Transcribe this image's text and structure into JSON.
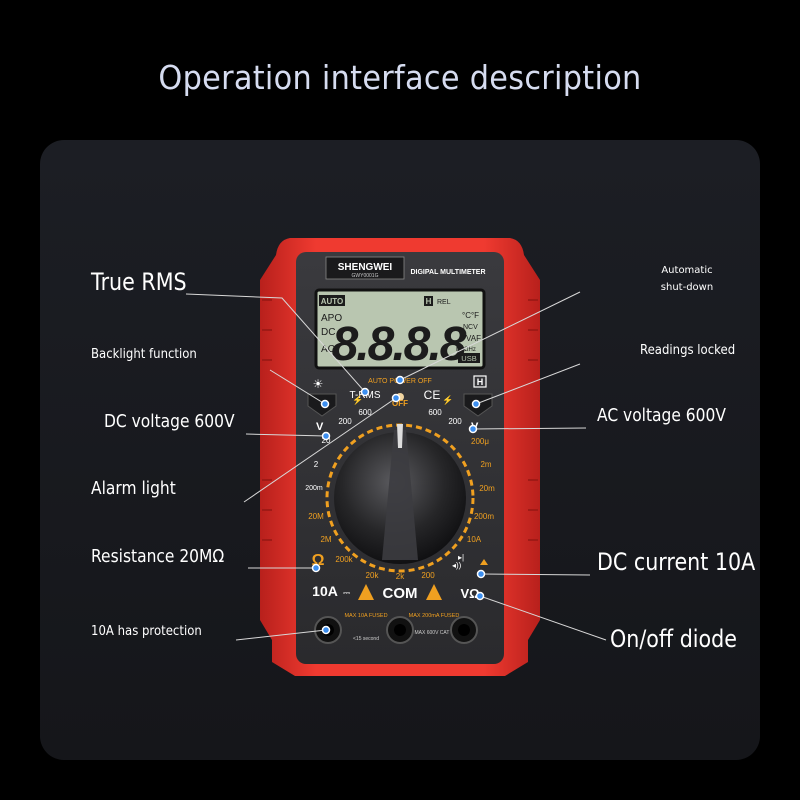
{
  "title": "Operation interface description",
  "device": {
    "brand": "SHENGWEI",
    "model": "GWY0001G",
    "subtitle": "DIGIPAL MULTIMETER",
    "lcd": {
      "digits": "8.8.8.8",
      "auto": "AUTO",
      "apo": "APO",
      "dc": "DC",
      "ac": "AC",
      "h": "H",
      "rel": "REL",
      "ncv": "NCV",
      "usb": "USB",
      "unit_temp": "°C°F",
      "unit_vaf": "VAF",
      "unit_mhz": "MkΩHz"
    },
    "trms": "T-RMS",
    "ce": "CE",
    "auto_power_off": "AUTO POWER OFF",
    "off": "OFF",
    "dial_left": [
      "600",
      "200",
      "20",
      "2",
      "200m",
      "20M",
      "2M",
      "200k"
    ],
    "dial_right": [
      "600",
      "200",
      "200μ",
      "2m",
      "20m",
      "200m",
      "10A"
    ],
    "dial_bottom": [
      "20k",
      "2k",
      "200"
    ],
    "jack_10a": "10A",
    "jack_com": "COM",
    "jack_v": "VΩ",
    "warn_10a": "MAX 10A FUSED",
    "warn_10a_note": "<15 second",
    "warn_200ma": "MAX 200mA FUSED",
    "warn_cat": "MAX 600V CAT II"
  },
  "labels": {
    "true_rms": "True RMS",
    "auto_shutdown_1": "Automatic",
    "auto_shutdown_2": "shut-down",
    "backlight": "Backlight function",
    "readings_locked": "Readings locked",
    "dc_voltage": "DC voltage 600V",
    "ac_voltage": "AC voltage 600V",
    "alarm_light": "Alarm light",
    "resistance": "Resistance 20MΩ",
    "dc_current": "DC current 10A",
    "protection": "10A has protection",
    "diode": "On/off diode"
  },
  "colors": {
    "accent_red": "#e52d27",
    "dial_orange": "#f0a020",
    "pointer_blue": "#3d8ff0",
    "lcd_green": "#b9c6b0"
  }
}
